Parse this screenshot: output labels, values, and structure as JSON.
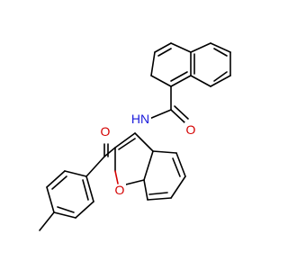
{
  "structure": {
    "atoms": {
      "amide_nitrogen": {
        "element": "N",
        "label": "N",
        "color": "#1a1adb"
      },
      "amide_hydrogen": {
        "element": "H",
        "label": "H",
        "color": "#1a1adb"
      },
      "amide_oxygen": {
        "element": "O",
        "label": "O",
        "color": "#d40000"
      },
      "ketone_oxygen": {
        "element": "O",
        "label": "O",
        "color": "#d40000"
      },
      "furan_oxygen": {
        "element": "O",
        "label": "O",
        "color": "#d40000"
      }
    },
    "colors": {
      "bond": "#000000",
      "oxygen": "#d40000",
      "nitrogen": "#1a1adb",
      "background": "#ffffff"
    }
  }
}
